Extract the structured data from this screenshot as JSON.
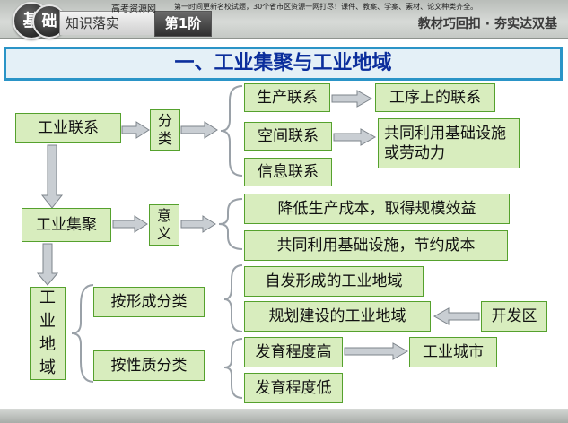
{
  "header": {
    "badge_1": "基",
    "badge_2": "础",
    "tab_section": "知识落实",
    "tab_level": "第1阶",
    "tagline": "教材巧回扣 · 夯实达双基"
  },
  "title": "一、工业集聚与工业地域",
  "nodes": {
    "linkage": "工业联系",
    "classify": [
      "分",
      "类"
    ],
    "production_link": "生产联系",
    "process_link": "工序上的联系",
    "space_link": "空间联系",
    "shared_infra": "共同利用基础设施或劳动力",
    "info_link": "信息联系",
    "agglomeration": "工业集聚",
    "meaning": [
      "意",
      "义"
    ],
    "lower_cost": "降低生产成本，取得规模效益",
    "save_cost": "共同利用基础设施，节约成本",
    "region": [
      "工",
      "业",
      "地",
      "域"
    ],
    "by_formation": "按形成分类",
    "spontaneous": "自发形成的工业地域",
    "planned": "规划建设的工业地域",
    "dev_zone": "开发区",
    "by_nature": "按性质分类",
    "high_dev": "发育程度高",
    "industrial_city": "工业城市",
    "low_dev": "发育程度低"
  },
  "footer": {
    "site": "高考资源网",
    "note": "第一时间更新名校试题，30个省市区资源一网打尽！课件、教案、学案、素材、论文种类齐全。"
  }
}
